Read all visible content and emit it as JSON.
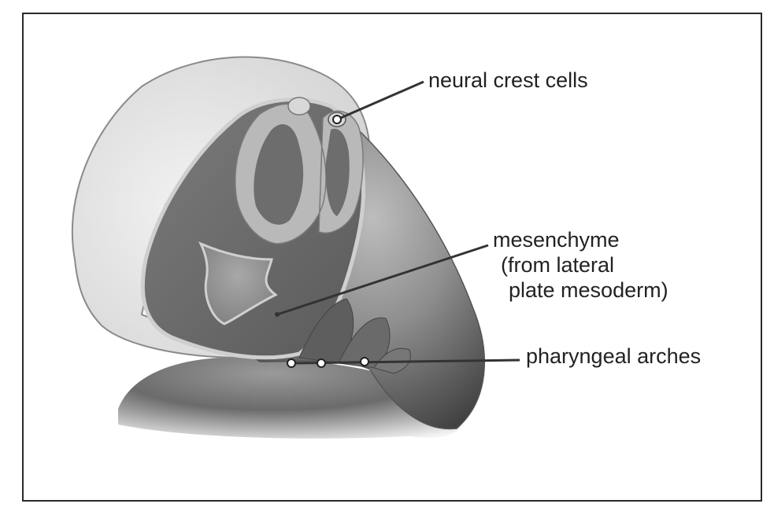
{
  "labels": {
    "neural_crest": "neural crest cells",
    "mesenchyme_line1": "mesenchyme",
    "mesenchyme_line2": "(from lateral",
    "mesenchyme_line3": "plate mesoderm)",
    "pharyngeal": "pharyngeal arches"
  },
  "colors": {
    "background": "#ffffff",
    "frame": "#2a2a2a",
    "label_text": "#222222",
    "pointer_line": "#333333",
    "outer_membrane": "#dcdcdc",
    "embryo_surface": "#7a7a7a",
    "cut_face": "#6a6a6a",
    "neural_tube_wall": "#b8b8b8",
    "pharynx_lumen": "#9a9a9a"
  }
}
